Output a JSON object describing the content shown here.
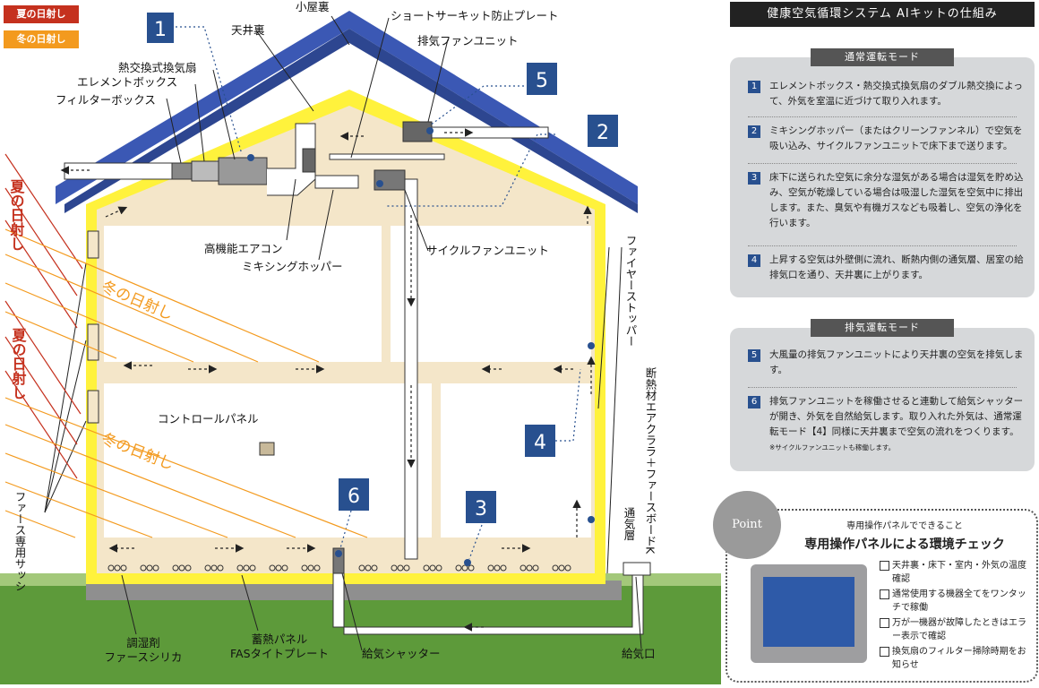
{
  "legend": {
    "summer": {
      "label": "夏の日射し",
      "color": "#c5311e"
    },
    "winter": {
      "label": "冬の日射し",
      "color": "#f39a1e"
    }
  },
  "labels": {
    "attic": "小屋裏",
    "ceiling_space": "天井裏",
    "short_circuit_plate": "ショートサーキット防止プレート",
    "exhaust_fan_unit": "排気ファンユニット",
    "heat_exchanger": "熱交換式換気扇",
    "element_box": "エレメントボックス",
    "filter_box": "フィルターボックス",
    "high_efficiency_ac": "高機能エアコン",
    "mixing_hopper": "ミキシングホッパー",
    "cycle_fan_unit": "サイクルファンユニット",
    "control_panel": "コントロールパネル",
    "fire_stopper": "ファイヤーストッパー",
    "insulation": "断熱材エアクララ＋ファースボードK",
    "air_layer": "通気層",
    "fas_sash": "ファース専用サッシ",
    "desiccant": "調湿剤\nファースシリカ",
    "storage_panel": "蓄熱パネル\nFASタイトプレート",
    "supply_shutter": "給気シャッター",
    "supply_inlet": "給気口",
    "summer_sun": "夏の日射し",
    "winter_sun": "冬の日射し"
  },
  "numbers": [
    "1",
    "2",
    "3",
    "4",
    "5",
    "6"
  ],
  "right_panel": {
    "title": "健康空気循環システム AIキットの仕組み",
    "normal_mode": {
      "heading": "通常運転モード",
      "steps": [
        {
          "n": "1",
          "text": "エレメントボックス・熱交換式換気扇のダブル熱交換によって、外気を室温に近づけて取り入れます。"
        },
        {
          "n": "2",
          "text": "ミキシングホッパー（またはクリーンファンネル）で空気を吸い込み、サイクルファンユニットで床下まで送ります。"
        },
        {
          "n": "3",
          "text": "床下に送られた空気に余分な湿気がある場合は湿気を貯め込み、空気が乾燥している場合は吸湿した湿気を空気中に排出します。また、臭気や有機ガスなども吸着し、空気の浄化を行います。"
        },
        {
          "n": "4",
          "text": "上昇する空気は外壁側に流れ、断熱内側の通気層、居室の給排気口を通り、天井裏に上がります。"
        }
      ]
    },
    "exhaust_mode": {
      "heading": "排気運転モード",
      "steps": [
        {
          "n": "5",
          "text": "大風量の排気ファンユニットにより天井裏の空気を排気します。",
          "note": ""
        },
        {
          "n": "6",
          "text": "排気ファンユニットを稼働させると連動して給気シャッターが開き、外気を自然給気します。取り入れた外気は、通常運転モード【4】同様に天井裏まで空気の流れをつくります。",
          "note": "※サイクルファンユニットも稼働します。"
        }
      ]
    },
    "point": {
      "badge": "Point",
      "subtitle": "専用操作パネルでできること",
      "title": "専用操作パネルによる環境チェック",
      "checks": [
        "天井裏・床下・室内・外気の温度確認",
        "通常使用する機器全てをワンタッチで稼働",
        "万が一機器が故障したときはエラー表示で確認",
        "換気扇のフィルター掃除時期をお知らせ"
      ]
    }
  }
}
